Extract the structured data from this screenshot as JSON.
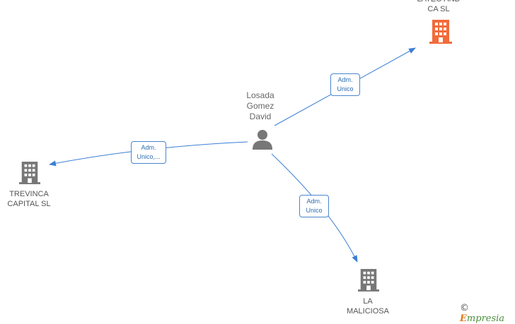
{
  "person": {
    "name": "Losada\nGomez\nDavid",
    "icon": "person-icon"
  },
  "companies": [
    {
      "id": "top",
      "name": "LATEO AND\nCA  SL",
      "icon": "building-icon",
      "color": "#f26b3a"
    },
    {
      "id": "left",
      "name": "TREVINCA\nCAPITAL  SL",
      "icon": "building-icon",
      "color": "#777777"
    },
    {
      "id": "bottom",
      "name": "LA\nMALICIOSA",
      "icon": "building-icon",
      "color": "#777777"
    }
  ],
  "edges": [
    {
      "to": "top",
      "label": "Adm.\nUnico"
    },
    {
      "to": "left",
      "label": "Adm.\nUnico,..."
    },
    {
      "to": "bottom",
      "label": "Adm.\nUnico"
    }
  ],
  "colors": {
    "edge": "#3b7fd4",
    "accent": "#f26b3a"
  },
  "footer": {
    "copyright": "©",
    "brand_initial": "E",
    "brand_rest": "mpresia"
  }
}
